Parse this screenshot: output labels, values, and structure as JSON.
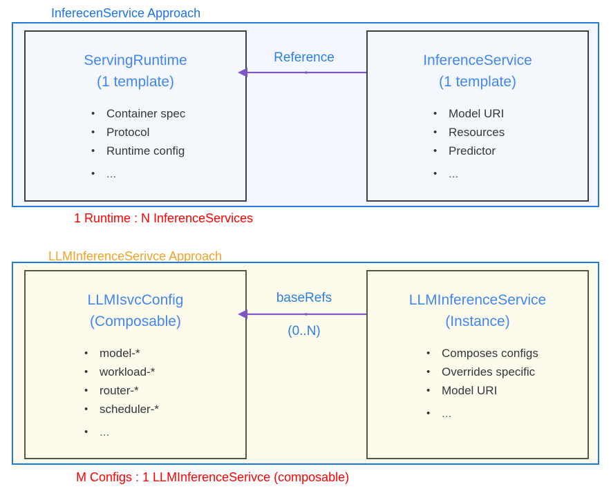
{
  "diagram": {
    "title_top": "InferecenService Approach",
    "title_bottom": "LLMInferenceSerivce Approach",
    "caption_top": "1 Runtime : N InferenceServices",
    "caption_bottom": "M Configs : 1 LLMInferenceSerivce (composable)",
    "colors": {
      "title_top": "#1a73e8",
      "title_bottom": "#f3a125",
      "panel_border": "#1f7ae0",
      "panel_top_bg": "#f3f7fd",
      "panel_bottom_bg": "#fdfbec",
      "card_title": "#4285f4",
      "card_border_top": "#3c4043",
      "card_border_bottom": "#5a5444",
      "arrow": "#7e57c2",
      "arrow_label": "#2a7fe0",
      "caption": "#ff0000",
      "bullet_text": "#33363b"
    }
  },
  "panels": [
    {
      "id": "inferenceservice-approach",
      "title": "InferecenService Approach",
      "caption": "1 Runtime : N InferenceServices",
      "arrow": {
        "label_top": "Reference",
        "label_bottom": "",
        "direction": "right-to-left"
      },
      "cards": [
        {
          "id": "servingruntime",
          "title": "ServingRuntime",
          "subtitle": "(1 template)",
          "bullets": [
            "Container spec",
            "Protocol",
            "Runtime config",
            "..."
          ]
        },
        {
          "id": "inferenceservice",
          "title": "InferenceService",
          "subtitle": "(1 template)",
          "bullets": [
            "Model URI",
            "Resources",
            "Predictor",
            "..."
          ]
        }
      ]
    },
    {
      "id": "llminferenceservice-approach",
      "title": "LLMInferenceSerivce Approach",
      "caption": "M Configs : 1 LLMInferenceSerivce (composable)",
      "arrow": {
        "label_top": "baseRefs",
        "label_bottom": "(0..N)",
        "direction": "right-to-left"
      },
      "cards": [
        {
          "id": "llmisvcconfig",
          "title": "LLMIsvcConfig",
          "subtitle": "(Composable)",
          "bullets": [
            "model-*",
            "workload-*",
            "router-*",
            "scheduler-*",
            "..."
          ]
        },
        {
          "id": "llminferenceservice",
          "title": "LLMInferenceService",
          "subtitle": "(Instance)",
          "bullets": [
            "Composes configs",
            "Overrides specific",
            "Model URI",
            "..."
          ]
        }
      ]
    }
  ]
}
